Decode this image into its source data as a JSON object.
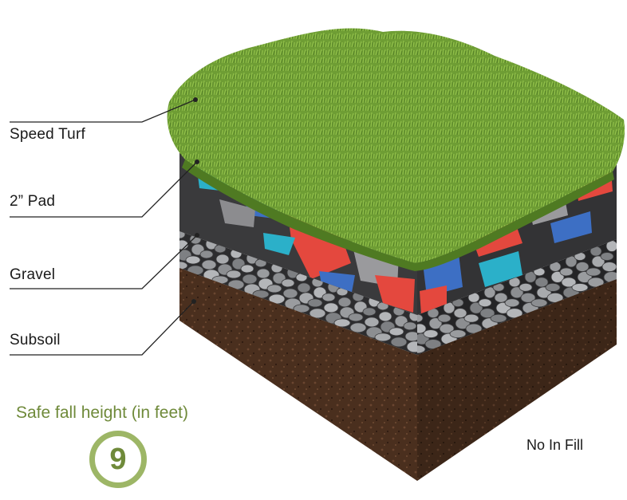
{
  "layers": [
    {
      "key": "turf",
      "label": "Speed Turf",
      "color": "#6a9a32"
    },
    {
      "key": "pad",
      "label": "2” Pad",
      "color": "#3a3a3a"
    },
    {
      "key": "gravel",
      "label": "Gravel",
      "color": "#8d8f93"
    },
    {
      "key": "subsoil",
      "label": "Subsoil",
      "color": "#4a2f1e"
    }
  ],
  "fall_height": {
    "heading": "Safe fall height (in feet)",
    "value": "9"
  },
  "infill_note": "No In Fill",
  "accent_color": "#6f8a3a"
}
